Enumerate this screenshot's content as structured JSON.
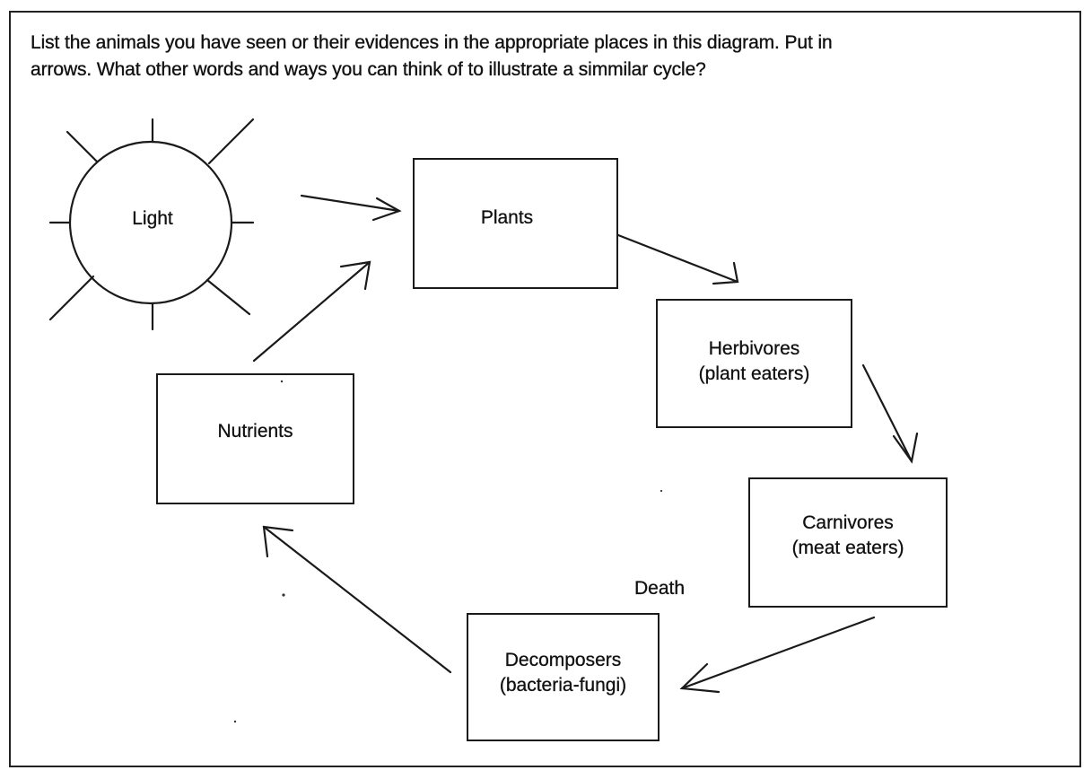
{
  "instructions": {
    "line1": "List the animals you have seen or their evidences in the appropriate places in this diagram. Put in",
    "line2": "arrows. What other words and ways you can think of to illustrate a simmilar cycle?"
  },
  "nodes": {
    "light": {
      "label": "Light"
    },
    "plants": {
      "label": "Plants"
    },
    "herbivores": {
      "line1": "Herbivores",
      "line2": "(plant eaters)"
    },
    "carnivores": {
      "line1": "Carnivores",
      "line2": "(meat eaters)"
    },
    "decomposers": {
      "line1": "Decomposers",
      "line2": "(bacteria-fungi)"
    },
    "nutrients": {
      "label": "Nutrients"
    }
  },
  "annotations": {
    "death": "Death"
  },
  "colors": {
    "ink": "#111111",
    "background": "#ffffff"
  }
}
